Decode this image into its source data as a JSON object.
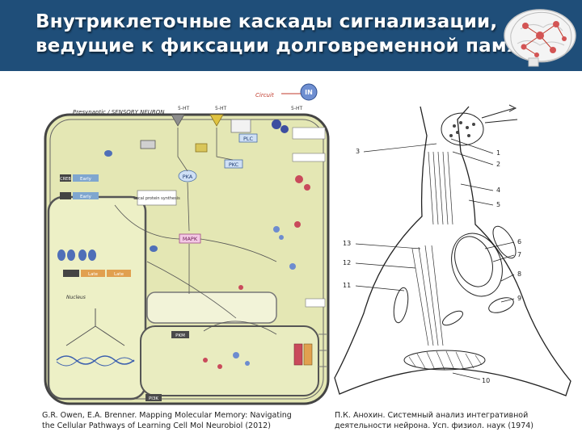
{
  "slide": {
    "title_line1": "Внутриклеточные каскады сигнализации,",
    "title_line2": "ведущие к фиксации долговременной памяти",
    "colors": {
      "header_bg": "#1f4e79",
      "title_text": "#ffffff",
      "cell_fill": "#e4e7b4",
      "cell_border": "#444444",
      "nucleus_fill": "#edf0c6"
    }
  },
  "left_figure": {
    "presynaptic_label": "Presynaptic / SENSORY NEURON",
    "circuit_label": "Circuit",
    "in_label": "IN",
    "ht_label": "5-HT",
    "labels": {
      "plc": "PLC",
      "pkc": "PKC",
      "pka": "PKA",
      "mapk": "MAPK",
      "creb": "CREB",
      "pkm": "PKM",
      "pi3k": "PI3K",
      "nucleus": "Nucleus",
      "local_synthesis": "Local protein synthesis",
      "early1": "Early",
      "early2": "Early",
      "late1": "Late",
      "late2": "Late"
    },
    "caption_line1": "G.R. Owen, E.A. Brenner. Mapping Molecular Memory: Navigating",
    "caption_line2": "the Cellular Pathways of Learning Cell Mol Neurobiol (2012)"
  },
  "right_figure": {
    "numbers": {
      "n1": "1",
      "n2": "2",
      "n3": "3",
      "n4": "4",
      "n5": "5",
      "n6": "6",
      "n7": "7",
      "n8": "8",
      "n9": "9",
      "n10": "10",
      "n11": "11",
      "n12": "12",
      "n13": "13"
    },
    "caption_line1": "П.К. Анохин. Системный анализ интегративной",
    "caption_line2": "деятельности нейрона. Усп. физиол. наук (1974)"
  },
  "logo": {
    "icon": "brain-network-icon"
  }
}
